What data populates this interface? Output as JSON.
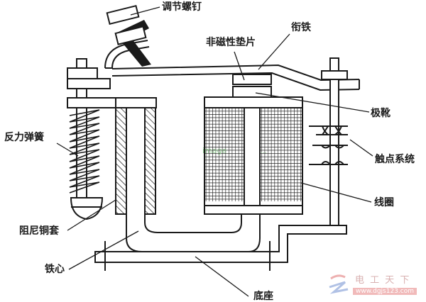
{
  "diagram": {
    "type": "electromagnetic relay structure",
    "stroke_color": "#1a1a1a",
    "labels": {
      "adjust_screw": "调节螺钉",
      "nonmagnetic_shim": "非磁性垫片",
      "armature": "衔铁",
      "pole_shoe": "极靴",
      "contact_system": "触点系统",
      "coil": "线圈",
      "reaction_spring": "反力弹簧",
      "damping_copper_sleeve": "阻尼铜套",
      "iron_core": "铁心",
      "base": "底座"
    },
    "center_watermark": "image",
    "watermark": {
      "text": "电 工 天 下",
      "url": "www.dgjs123.com",
      "color": "#e06060"
    }
  }
}
